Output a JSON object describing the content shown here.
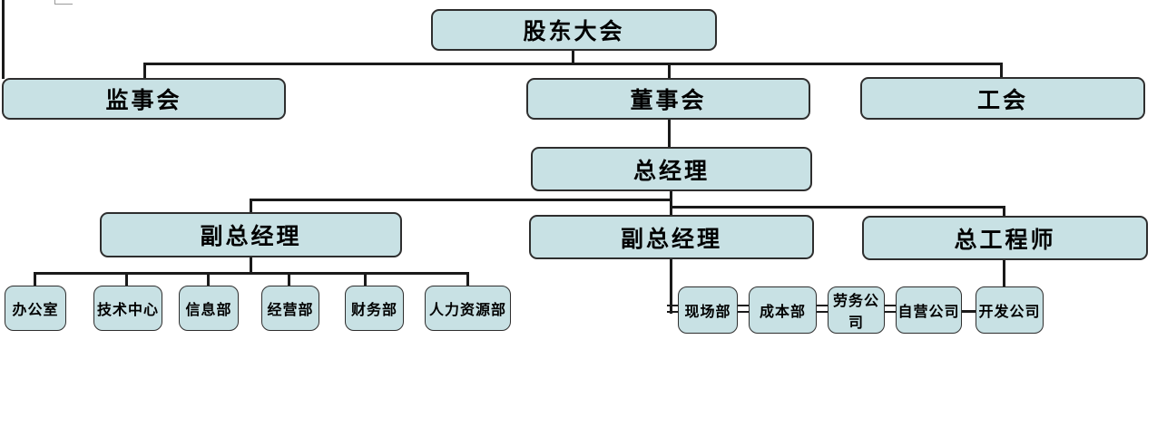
{
  "diagram_type": "org-chart",
  "colors": {
    "node_fill": "#c8e1e4",
    "node_border": "#2e2e2e",
    "connector": "#1a1a1a",
    "background": "#ffffff"
  },
  "nodes": {
    "shareholders_meeting": "股东大会",
    "supervisory_board": "监事会",
    "board_of_directors": "董事会",
    "labor_union": "工会",
    "general_manager": "总经理",
    "deputy_gm_1": "副总经理",
    "deputy_gm_2": "副总经理",
    "chief_engineer": "总工程师",
    "office": "办公室",
    "tech_center": "技术中心",
    "info_dept": "信息部",
    "operations_dept": "经营部",
    "finance_dept": "财务部",
    "hr_dept": "人力资源部",
    "site_dept": "现场部",
    "cost_dept": "成本部",
    "labor_service_co": "劳务公司",
    "self_operated_co": "自营公司",
    "development_co": "开发公司"
  },
  "hierarchy": {
    "股东大会": [
      "监事会",
      "董事会",
      "工会"
    ],
    "董事会": [
      "总经理"
    ],
    "总经理": [
      "副总经理(1)",
      "副总经理(2)",
      "总工程师"
    ],
    "副总经理(1)": [
      "办公室",
      "技术中心",
      "信息部",
      "经营部",
      "财务部",
      "人力资源部"
    ],
    "副总经理(2)": [
      "现场部",
      "成本部",
      "劳务公司",
      "自营公司"
    ],
    "总工程师": [
      "开发公司"
    ]
  }
}
